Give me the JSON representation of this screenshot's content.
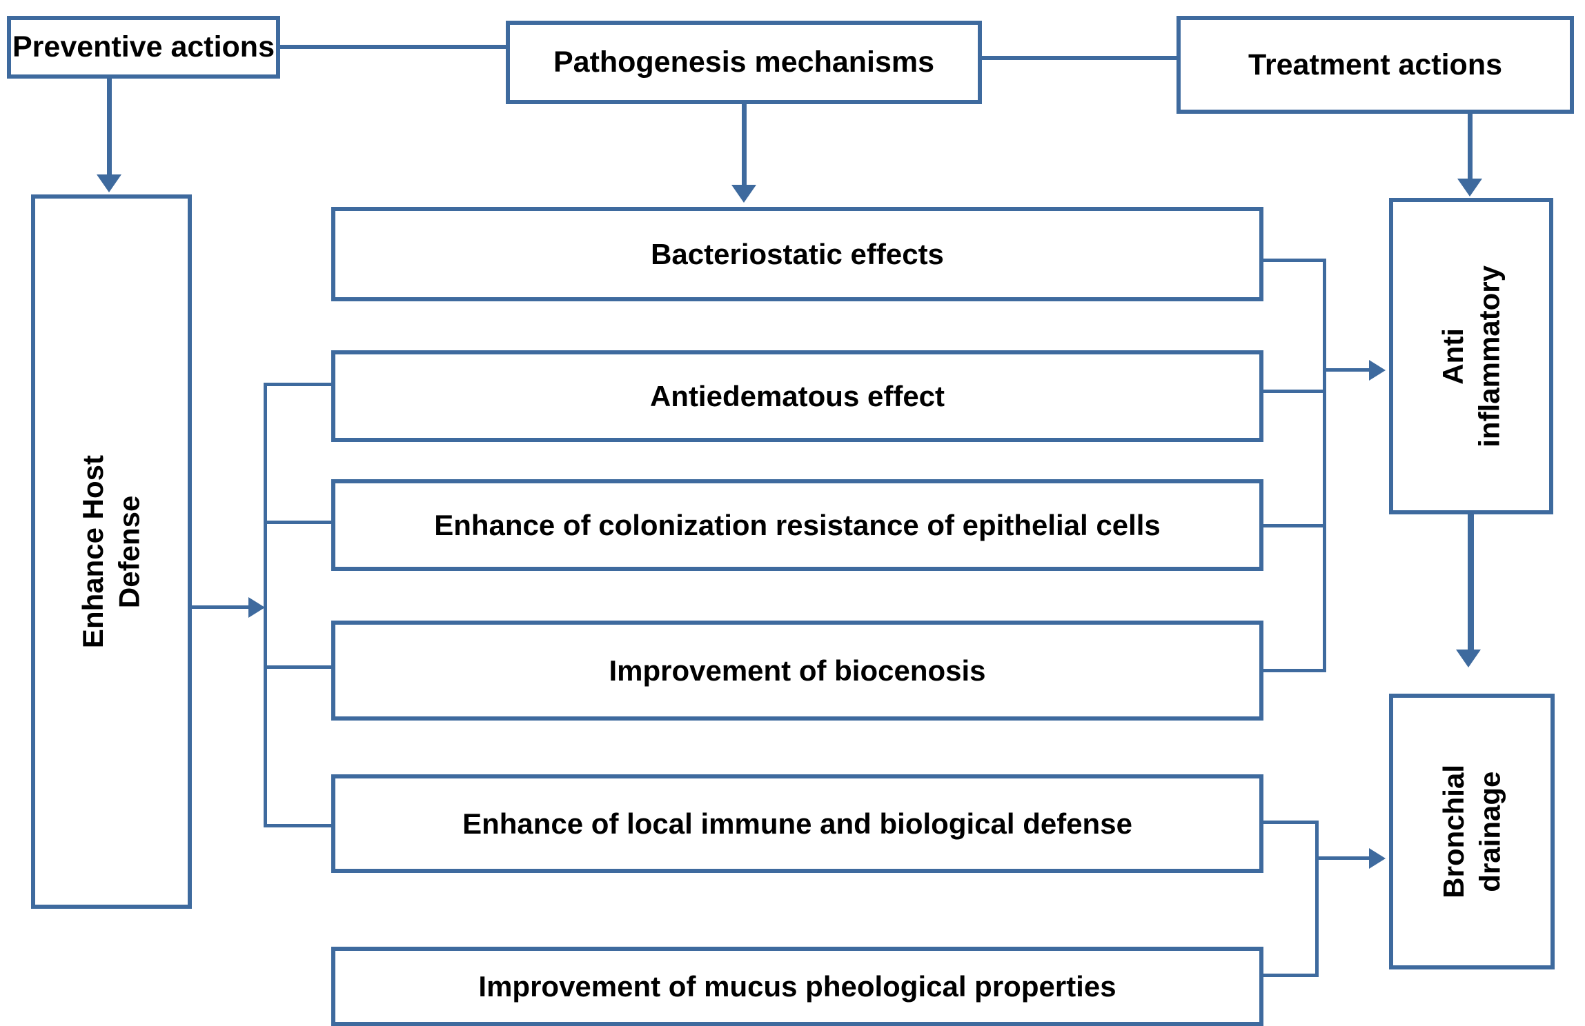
{
  "diagram": {
    "title": "Pathogenesis mechanisms, preventive and treatment actions flowchart",
    "accent_color": "#3e6a9e",
    "text_color": "#000000",
    "background_color": "#ffffff"
  },
  "top_nodes": {
    "preventive": "Preventive actions",
    "pathogenesis": "Pathogenesis mechanisms",
    "treatment": "Treatment actions"
  },
  "left_node": {
    "label": "Enhance Host\nDefense"
  },
  "center_nodes": [
    {
      "label": "Bacteriostatic effects"
    },
    {
      "label": "Antiedematous effect"
    },
    {
      "label": "Enhance of colonization resistance of epithelial cells"
    },
    {
      "label": "Improvement of biocenosis"
    },
    {
      "label": "Enhance of local immune and biological defense"
    },
    {
      "label": "Improvement of mucus pheological properties"
    }
  ],
  "right_nodes": {
    "anti_inflammatory": "Anti\ninflammatory",
    "bronchial_drainage": "Bronchial\ndrainage"
  }
}
